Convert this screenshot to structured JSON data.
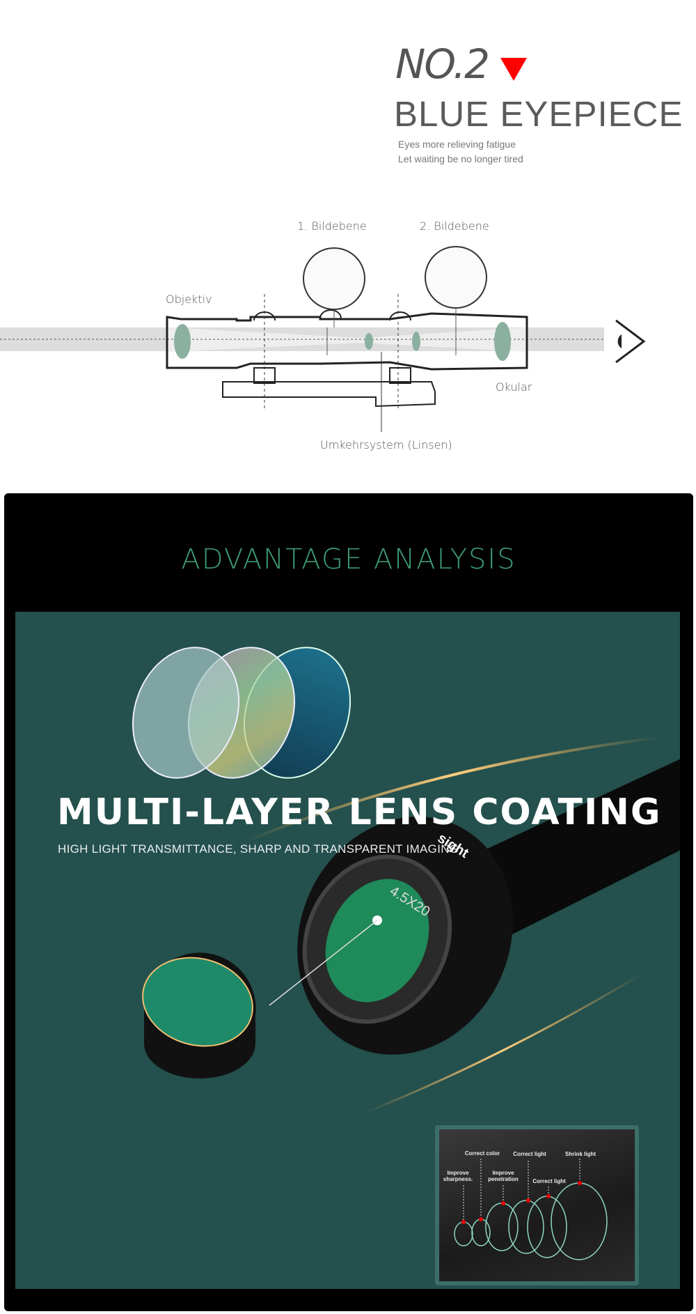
{
  "header": {
    "number": "NO.2",
    "title": "BLUE EYEPIECE",
    "subtitle_lines": [
      "Eyes more relieving fatigue",
      "Let waiting be no longer tired"
    ],
    "marker_color": "#ff0000"
  },
  "diagram": {
    "label_focal_1": "1. Bildebene",
    "label_focal_2": "2. Bildebene",
    "label_objective": "Objektiv",
    "label_eyepiece": "Okular",
    "label_erector": "Umkehrsystem (Linsen)"
  },
  "advantage": {
    "heading": "ADVANTAGE ANALYSIS",
    "feature_title": "MULTI-LAYER LENS COATING",
    "feature_subtitle": "HIGH LIGHT TRANSMITTANCE, SHARP AND TRANSPARENT IMAGING",
    "scope_brand": "sight",
    "scope_model": "4.5X20",
    "accent_color": "#3d9a72",
    "panel_color": "#24504d"
  },
  "inset": {
    "labels": [
      "Improve sharpness.",
      "Correct color",
      "Improve penetration",
      "Correct light",
      "Correct light",
      "Shrink light"
    ]
  }
}
